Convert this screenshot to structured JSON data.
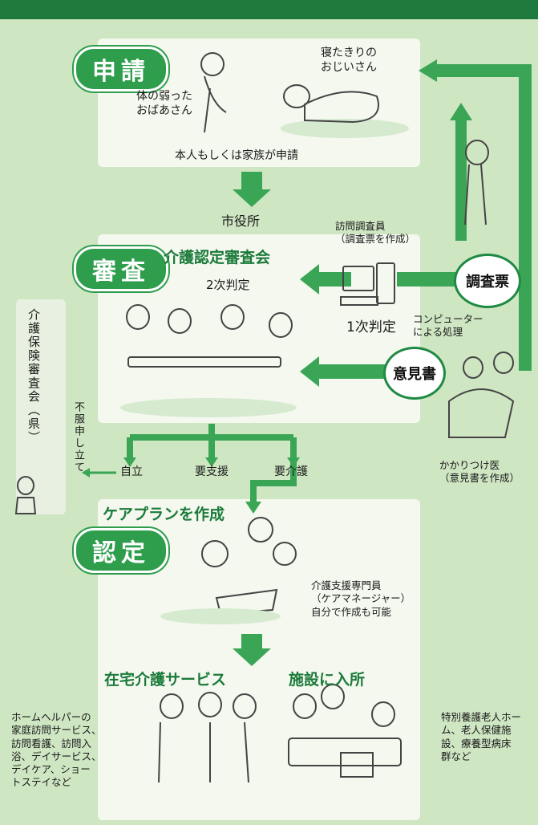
{
  "stages": {
    "apply": "申請",
    "review": "審査",
    "certify": "認定"
  },
  "apply": {
    "frail_grandmother": "体の弱った\nおばあさん",
    "bedridden_grandfather": "寝たきりの\nおじいさん",
    "applicant_note": "本人もしくは家族が申請"
  },
  "city_office": "市役所",
  "review": {
    "committee_title": "介護認定審査会",
    "second_judgment": "2次判定",
    "investigator": "訪問調査員\n（調査票を作成）",
    "first_judgment": "1次判定",
    "computer_processing": "コンピューター\nによる処理",
    "survey_sheet": "調査票",
    "opinion_sheet": "意見書",
    "family_doctor": "かかりつけ医\n（意見書を作成）"
  },
  "appeal": {
    "objection": "不服申し立て",
    "committee_pref": "介護保険審査会（県）"
  },
  "outcomes": {
    "independent": "自立",
    "support_needed": "要支援",
    "care_needed": "要介護"
  },
  "certify": {
    "care_plan": "ケアプランを作成",
    "care_manager": "介護支援専門員\n（ケアマネージャー）\n自分で作成も可能"
  },
  "services": {
    "home_care": "在宅介護サービス",
    "facility": "施設に入所",
    "home_care_list": "ホームヘルパーの\n家庭訪問サービス、\n訪問看護、訪問入\n浴、デイサービス、\nデイケア、ショー\nトステイなど",
    "facility_list": "特別養護老人ホー\nム、老人保健施\n設、療養型病床\n群など"
  },
  "colors": {
    "background": "#cfe6c3",
    "panel": "#f4f8ef",
    "accent": "#2e9d4c",
    "dark_green": "#1d7a3c"
  }
}
